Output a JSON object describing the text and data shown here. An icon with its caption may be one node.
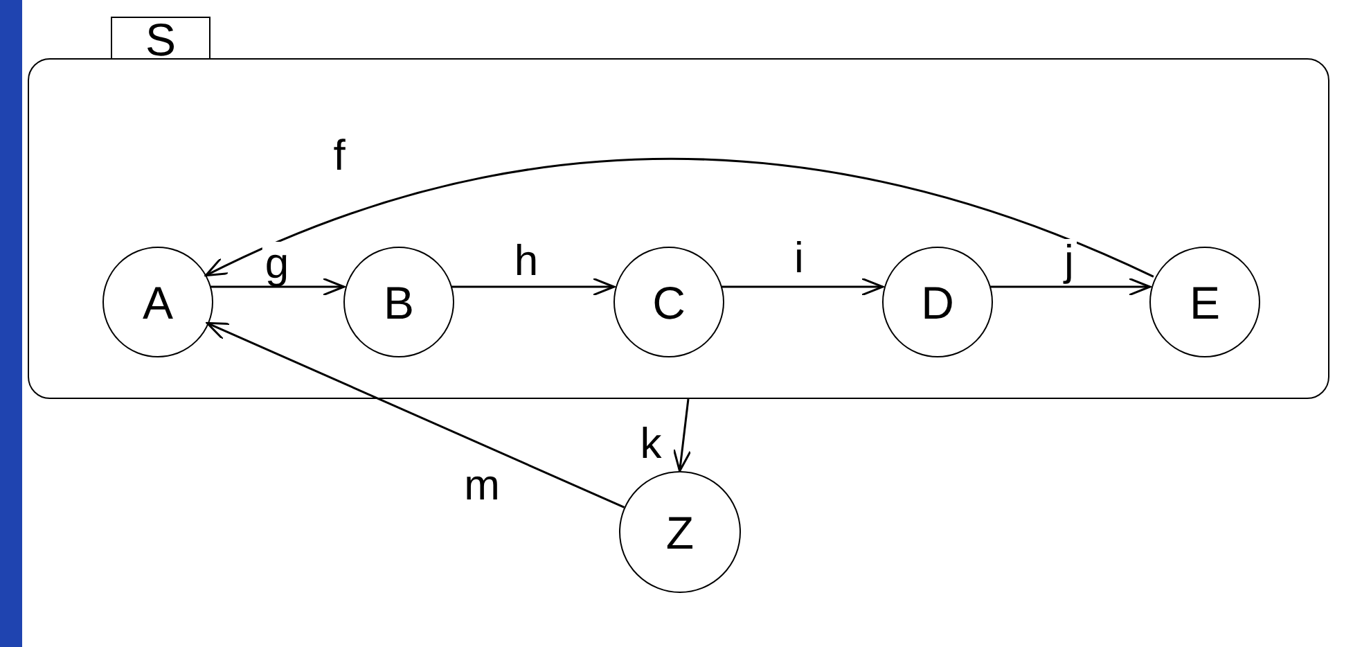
{
  "diagram": {
    "nodes": [
      {
        "text": [
          "S"
        ]
      },
      {
        "text": [
          "A"
        ],
        "in": 0
      },
      {
        "text": [
          "B"
        ],
        "in": 0
      },
      {
        "text": [
          "C"
        ],
        "in": 0
      },
      {
        "text": [
          "D"
        ],
        "in": 0
      },
      {
        "text": [
          "E"
        ],
        "in": 0
      },
      {
        "text": [
          "Z"
        ]
      }
    ],
    "edges": [
      {
        "from": 5,
        "to": 1,
        "arrow": "to",
        "label": "f"
      },
      {
        "from": 1,
        "to": 2,
        "arrow": "to",
        "label": "g"
      },
      {
        "from": 2,
        "to": 3,
        "arrow": "to",
        "label": "h"
      },
      {
        "from": 3,
        "to": 4,
        "arrow": "to",
        "label": "i"
      },
      {
        "from": 4,
        "to": 5,
        "arrow": "to",
        "label": "j"
      },
      {
        "from": 0,
        "to": 6,
        "arrow": "to",
        "label": "k"
      },
      {
        "from": 6,
        "to": 1,
        "arrow": "to",
        "label": "m"
      }
    ]
  }
}
